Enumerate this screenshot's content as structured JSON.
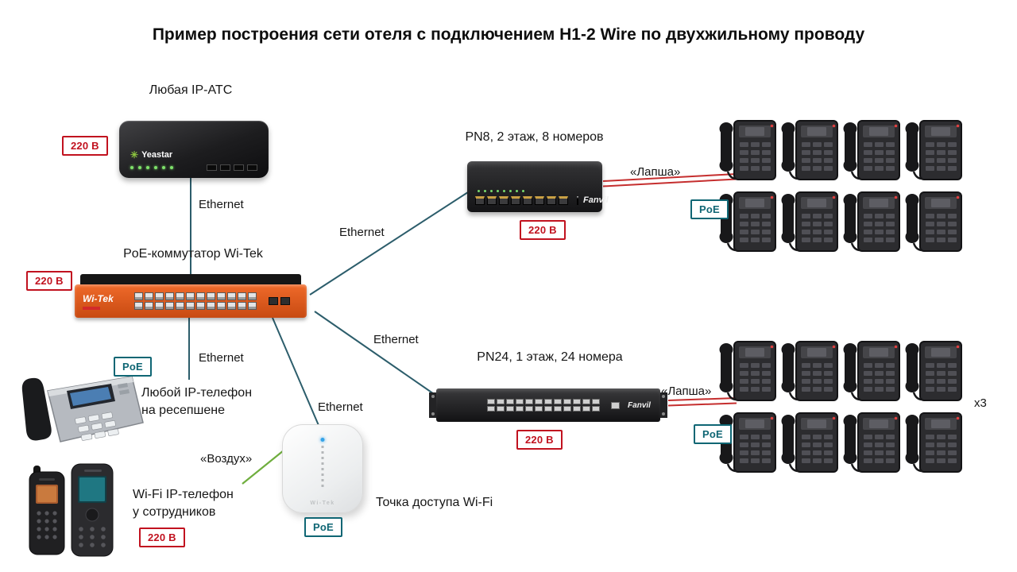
{
  "title": "Пример построения сети отеля с подключением H1-2 Wire по двухжильному проводу",
  "nodes": {
    "pbx": {
      "label": "Любая IP-АТС",
      "brand": "Yeastar"
    },
    "core_switch": {
      "label": "PoE-коммутатор Wi-Tek",
      "brand": "Wi-Tek"
    },
    "pn8": {
      "label": "PN8, 2 этаж, 8 номеров",
      "brand": "Fanvil"
    },
    "pn24": {
      "label": "PN24, 1 этаж, 24 номера",
      "brand": "Fanvil"
    },
    "reception_phone": {
      "label_line1": "Любой IP-телефон",
      "label_line2": "на ресепшене"
    },
    "staff_wifi_phone": {
      "label_line1": "Wi-Fi IP-телефон",
      "label_line2": "у сотрудников"
    },
    "access_point": {
      "label": "Точка доступа Wi-Fi",
      "brand": "Wi-Tek"
    }
  },
  "badges": {
    "power": "220 В",
    "poe": "PoE"
  },
  "link_labels": {
    "ethernet": "Ethernet",
    "two_wire": "«Лапша»",
    "air": "«Воздух»",
    "multiplier": "x3"
  },
  "phone_groups": {
    "floor2_count": 8,
    "floor1_count": 8
  },
  "colors": {
    "power_badge": "#c1121f",
    "poe_badge": "#0f6674",
    "ethernet_line": "#2c5d6b",
    "two_wire_line": "#c52e2e",
    "air_line": "#6fae3e",
    "switch_orange": "#e0561e"
  }
}
